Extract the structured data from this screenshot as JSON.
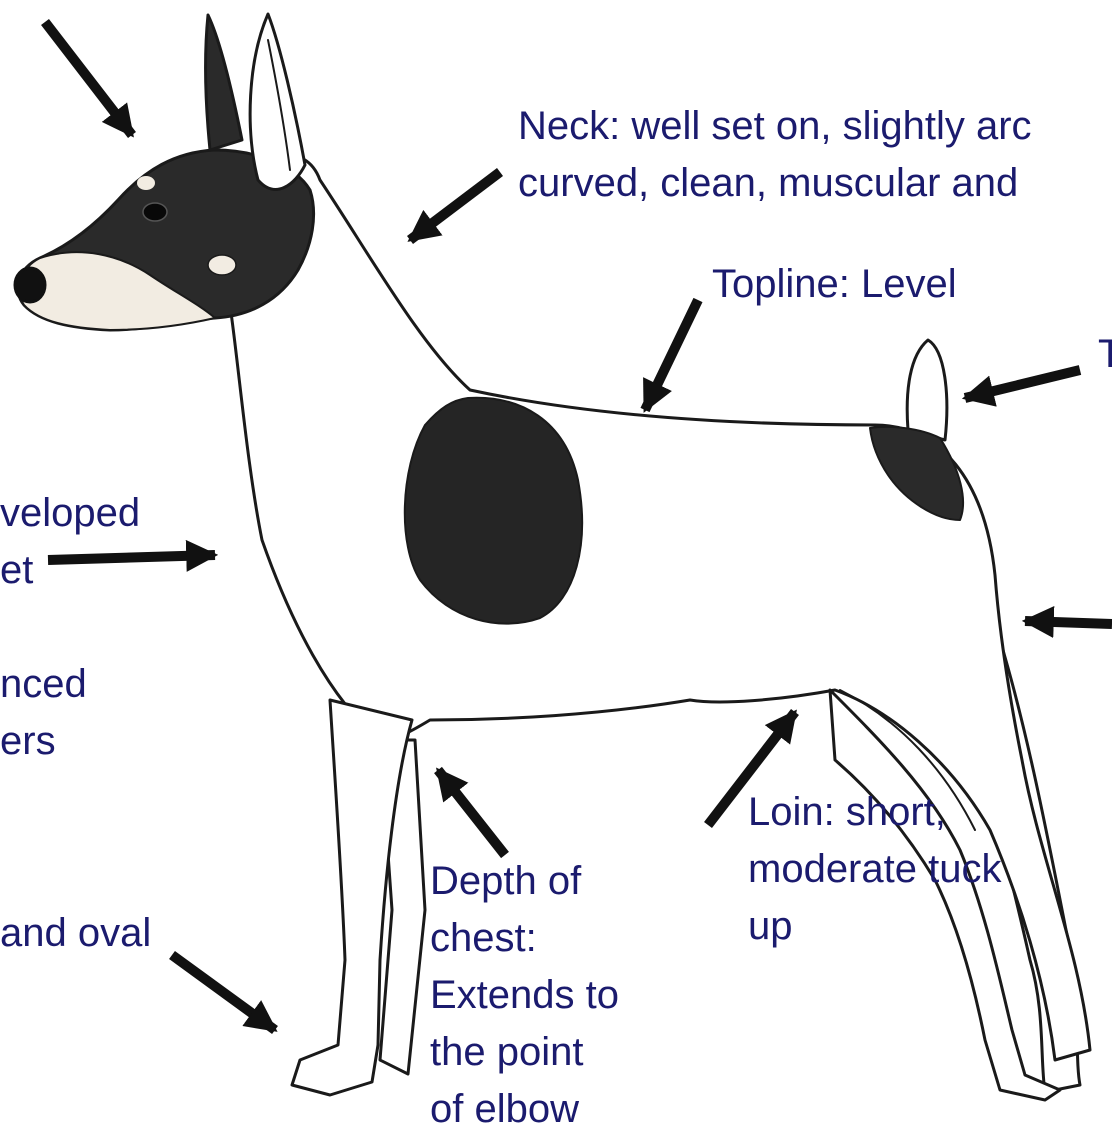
{
  "colors": {
    "label_text": "#1b1b6e",
    "arrow": "#111111",
    "ink": "#1a1a1a",
    "dark_patch": "#252525",
    "white_coat": "#ffffff",
    "tan": "#efe7dc"
  },
  "labels": {
    "neck": "Neck: well set on, slightly arc\ncurved, clean, muscular and",
    "topline": "Topline: Level",
    "tail": "T",
    "forechest": "veloped\net",
    "shoulders": "nced\ners",
    "feet": "and oval",
    "chest": "Depth of\nchest:\nExtends to\nthe point\nof elbow",
    "loin": "Loin: short,\nmoderate tuck\nup"
  }
}
